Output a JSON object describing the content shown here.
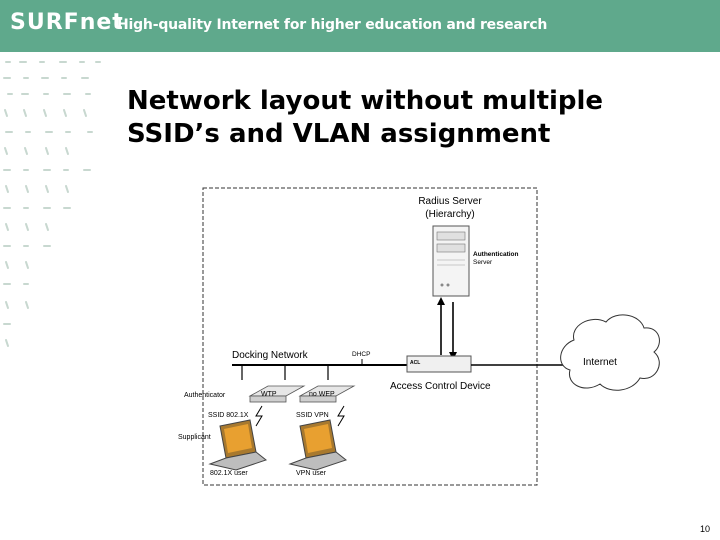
{
  "header": {
    "logo_text": "SURF",
    "logo_net": "net",
    "tagline": "High-quality Internet for higher education and research",
    "bg_color": "#5fa98c"
  },
  "slide": {
    "title_line1": "Network layout without multiple",
    "title_line2": "SSID’s and VLAN assignment",
    "page_number": "10"
  },
  "diagram": {
    "radius_server": "Radius Server",
    "hierarchy": "(Hierarchy)",
    "authentication": "Authentication",
    "server": "Server",
    "docking_network": "Docking Network",
    "dhcp": "DHCP",
    "internet": "Internet",
    "access_control_device": "Access Control Device",
    "authenticator": "Authenticator",
    "wtp": "WTP",
    "no_wep": "no WEP",
    "ssid_8021x": "SSID 802.1X",
    "ssid_vpn": "SSID VPN",
    "supplicant": "Supplicant",
    "user_8021x": "802.1X user",
    "user_vpn": "VPN user",
    "acd_label": "ACL"
  }
}
